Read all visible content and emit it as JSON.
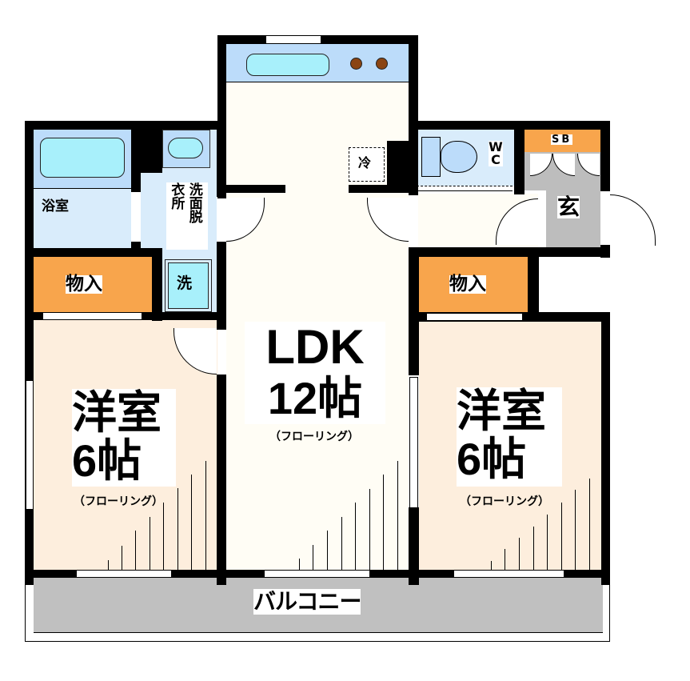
{
  "floorplan": {
    "rooms": {
      "bathroom": {
        "label": "浴室"
      },
      "washroom": {
        "label_col1": "衣所",
        "label_col2": "洗面脱",
        "label_full": "洗面脱衣所"
      },
      "washer": {
        "label": "洗"
      },
      "closet_left": {
        "label": "物入"
      },
      "closet_right": {
        "label": "物入"
      },
      "fridge": {
        "label": "冷"
      },
      "toilet": {
        "label_line1": "W",
        "label_line2": "C"
      },
      "shoe_box": {
        "label": "SB"
      },
      "entrance": {
        "label": "玄"
      },
      "ldk": {
        "name": "LDK",
        "size": "12帖",
        "floor": "（フローリング）"
      },
      "western_left": {
        "name": "洋室",
        "size": "6帖",
        "floor": "（フローリング）"
      },
      "western_right": {
        "name": "洋室",
        "size": "6帖",
        "floor": "（フローリング）"
      },
      "balcony": {
        "label": "バルコニー"
      }
    },
    "colors": {
      "wall": "#000000",
      "room_floor": "#fdeedd",
      "ldk_floor": "#fffdf5",
      "wet_area": "#d9ecfb",
      "fixture": "#bcdcfa",
      "tub": "#a8f0fb",
      "closet": "#f8a54c",
      "entrance": "#bdbdbd",
      "balcony": "#c0c0c0",
      "stove_burner": "#8b4513"
    }
  }
}
